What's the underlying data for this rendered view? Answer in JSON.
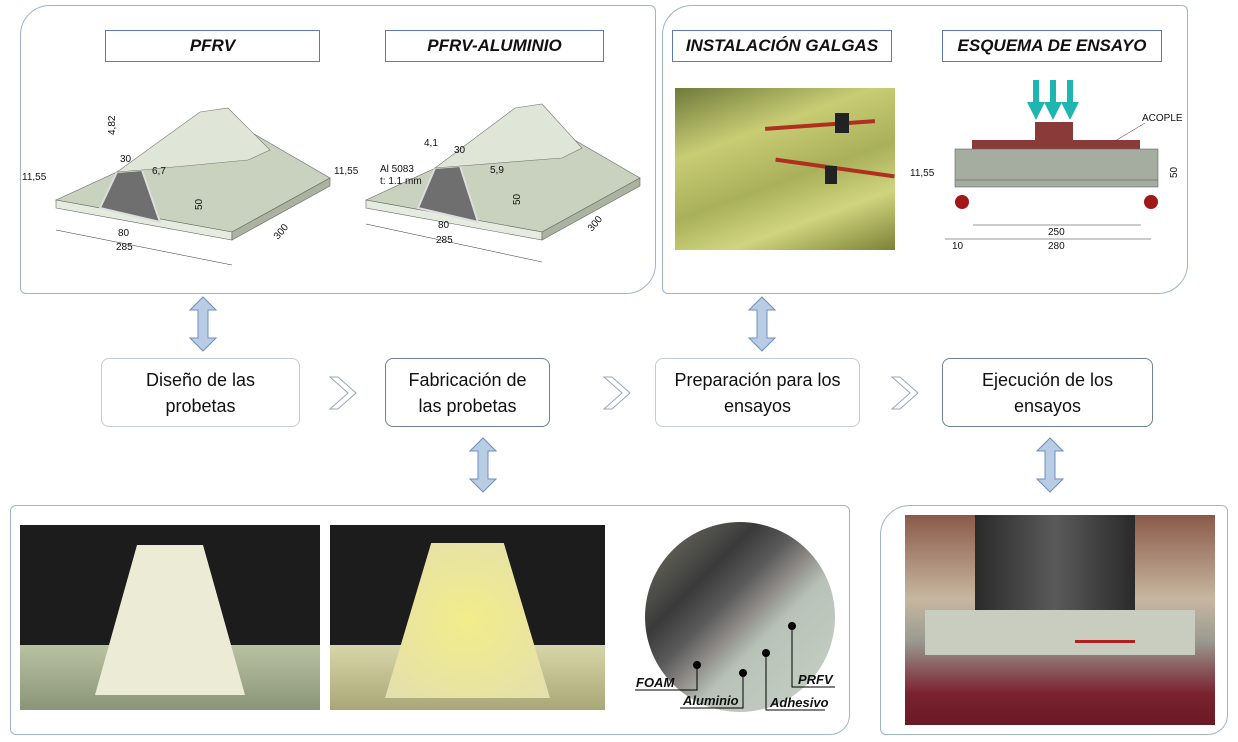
{
  "design_panel": {
    "titles": [
      "PFRV",
      "PFRV-ALUMINIO"
    ],
    "pfrv_dims": {
      "top_thickness": "4,82",
      "top_width": "30",
      "wall": "6,7",
      "base_thickness": "11,55",
      "height": "50",
      "base_width": "80",
      "width": "285",
      "length": "300"
    },
    "alu_dims": {
      "top_thickness": "4,1",
      "top_width": "30",
      "wall": "5,9",
      "base_thickness": "11,55",
      "height": "50",
      "base_width": "80",
      "width": "285",
      "length": "300",
      "material": "Al 5083",
      "thickness": "t: 1.1 mm"
    }
  },
  "test_panel": {
    "titles": [
      "INSTALACIÓN GALGAS",
      "ESQUEMA DE ENSAYO"
    ],
    "scheme": {
      "coupler": "ACOPLE",
      "height": "50",
      "base_thickness": "11,55",
      "span": "250",
      "total": "280",
      "offset": "10"
    }
  },
  "steps": [
    {
      "label": "Diseño de las probetas"
    },
    {
      "label": "Fabricación de las probetas"
    },
    {
      "label": "Preparación para los ensayos"
    },
    {
      "label": "Ejecución de los ensayos"
    }
  ],
  "section_labels": {
    "foam": "FOAM",
    "aluminio": "Aluminio",
    "adhesivo": "Adhesivo",
    "prfv": "PRFV"
  },
  "colors": {
    "panel_border": "#9fb3cf",
    "arrow_fill": "#b8cce4",
    "arrow_stroke": "#6f8fbf",
    "load_arrows": "#1fb5b0",
    "coupler": "#8b3a3a"
  }
}
